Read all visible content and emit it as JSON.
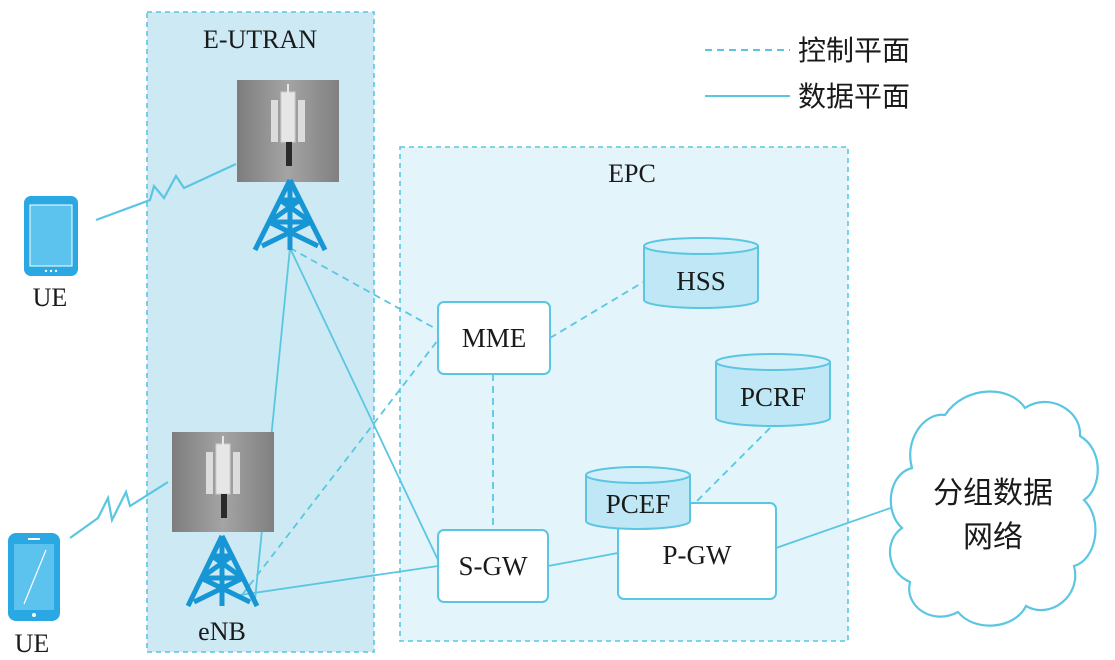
{
  "title": "",
  "legend": {
    "control_plane": "控制平面",
    "data_plane": "数据平面"
  },
  "regions": {
    "eutran": "E-UTRAN",
    "epc": "EPC"
  },
  "nodes": {
    "mme": "MME",
    "hss": "HSS",
    "pcrf": "PCRF",
    "pcef": "PCEF",
    "sgw": "S-GW",
    "pgw": "P-GW",
    "enb": "eNB",
    "ue_top": "UE",
    "ue_bottom": "UE",
    "pdn_line1": "分组数据",
    "pdn_line2": "网络"
  },
  "colors": {
    "line": "#5bc6e2",
    "eutran_fill": "#cce9f4",
    "epc_fill": "#e3f4fa",
    "box_border": "#5bc6e2",
    "db_fill": "#bfe7f5",
    "tower": "#1796d6",
    "phone": "#29a8e3",
    "photo_bg": "#8f8f8f"
  },
  "icons": {
    "antenna_photo": "antenna-photo-icon",
    "tower": "radio-tower-icon",
    "tablet": "tablet-icon",
    "phone": "smartphone-icon",
    "radio_link": "lightning-link-icon",
    "cloud": "cloud-icon",
    "database": "database-icon"
  }
}
